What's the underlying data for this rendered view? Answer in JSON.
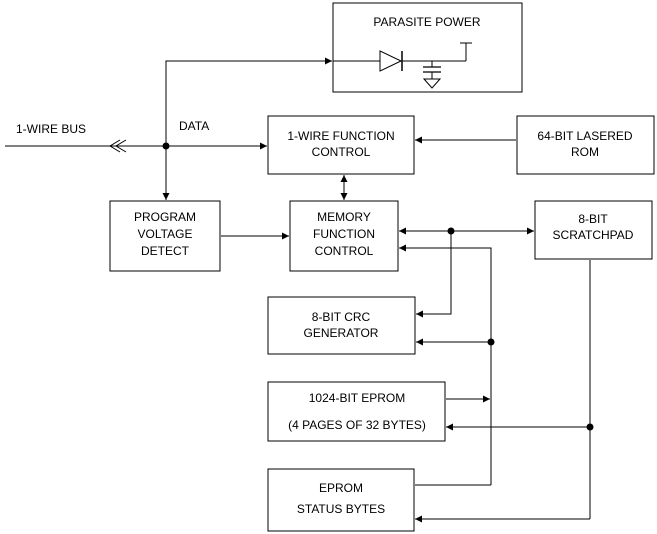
{
  "blocks": {
    "parasite_power": {
      "label": "PARASITE POWER"
    },
    "wire_function_control": {
      "lines": [
        "1-WIRE FUNCTION",
        "CONTROL"
      ]
    },
    "lasered_rom": {
      "lines": [
        "64-BIT LASERED",
        "ROM"
      ]
    },
    "program_voltage_detect": {
      "lines": [
        "PROGRAM",
        "VOLTAGE",
        "DETECT"
      ]
    },
    "memory_function_control": {
      "lines": [
        "MEMORY",
        "FUNCTION",
        "CONTROL"
      ]
    },
    "scratchpad": {
      "lines": [
        "8-BIT",
        "SCRATCHPAD"
      ]
    },
    "crc_generator": {
      "lines": [
        "8-BIT CRC",
        "GENERATOR"
      ]
    },
    "eprom": {
      "lines": [
        "1024-BIT EPROM",
        "(4 PAGES OF 32 BYTES)"
      ]
    },
    "eprom_status": {
      "lines": [
        "EPROM",
        "STATUS BYTES"
      ]
    }
  },
  "signals": {
    "bus": "1-WIRE BUS",
    "data": "DATA"
  }
}
